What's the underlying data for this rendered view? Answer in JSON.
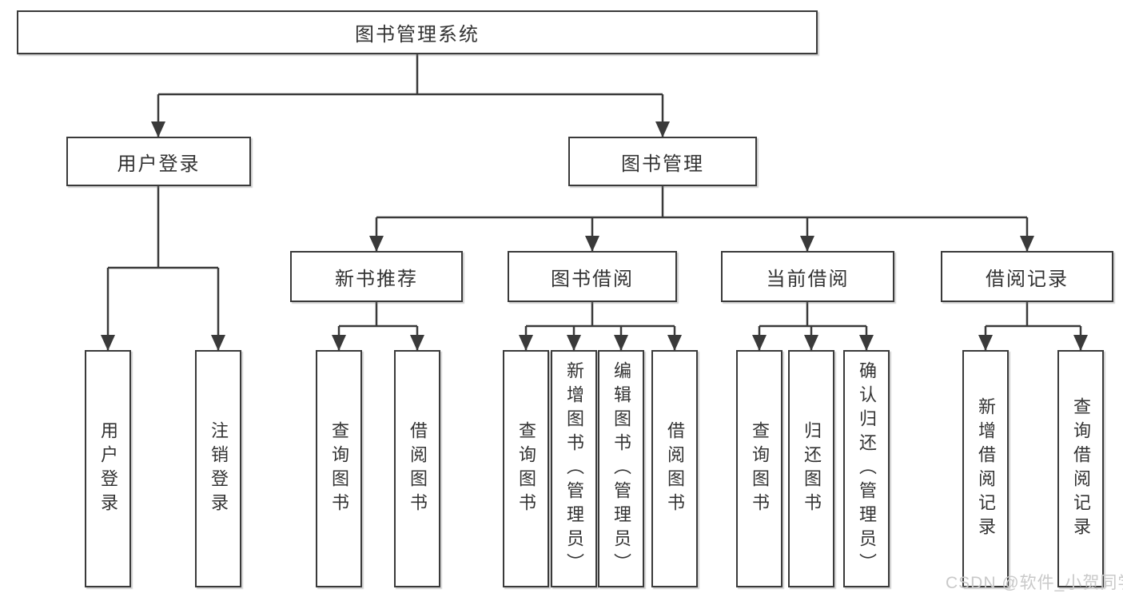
{
  "diagram": {
    "root": {
      "label": "图书管理系统"
    },
    "user_login": {
      "label": "用户登录",
      "children": [
        {
          "label": "用户登录"
        },
        {
          "label": "注销登录"
        }
      ]
    },
    "book_mgmt": {
      "label": "图书管理",
      "sections": [
        {
          "label": "新书推荐",
          "children": [
            {
              "label": "查询图书"
            },
            {
              "label": "借阅图书"
            }
          ]
        },
        {
          "label": "图书借阅",
          "children": [
            {
              "label": "查询图书"
            },
            {
              "label": "新增图书（管理员）"
            },
            {
              "label": "编辑图书（管理员）"
            },
            {
              "label": "借阅图书"
            }
          ]
        },
        {
          "label": "当前借阅",
          "children": [
            {
              "label": "查询图书"
            },
            {
              "label": "归还图书"
            },
            {
              "label": "确认归还（管理员）"
            }
          ]
        },
        {
          "label": "借阅记录",
          "children": [
            {
              "label": "新增借阅记录"
            },
            {
              "label": "查询借阅记录"
            }
          ]
        }
      ]
    },
    "watermark": "CSDN @软件_小贺同学",
    "colors": {
      "line": "#3a3a3a",
      "box_border": "#3a3a3a",
      "box_fill": "#ffffff",
      "text": "#333333",
      "watermark": "#c9c9c9",
      "background": "#ffffff"
    }
  }
}
